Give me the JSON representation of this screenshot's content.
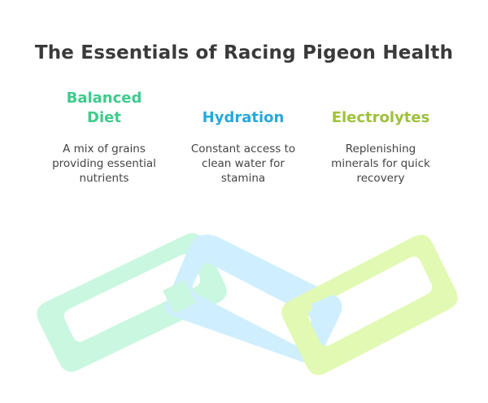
{
  "title": "The Essentials of Racing Pigeon Health",
  "columns": [
    {
      "heading": "Balanced Diet",
      "heading_lines": [
        "Balanced",
        "Diet"
      ],
      "description_lines": [
        "A mix of grains",
        "providing essential",
        "nutrients"
      ],
      "color": "#3dcb8c"
    },
    {
      "heading": "Hydration",
      "heading_lines": [
        "Hydration"
      ],
      "description_lines": [
        "Constant access to",
        "clean water for",
        "stamina"
      ],
      "color": "#27a8dc"
    },
    {
      "heading": "Electrolytes",
      "heading_lines": [
        "Electrolytes"
      ],
      "description_lines": [
        "Replenishing",
        "minerals for quick",
        "recovery"
      ],
      "color": "#9fc13a"
    }
  ],
  "link_colors": {
    "left": "#c9f7df",
    "middle": "#cfefff",
    "right": "#e2f9b3"
  },
  "icons": [
    "chain-link-icon"
  ]
}
